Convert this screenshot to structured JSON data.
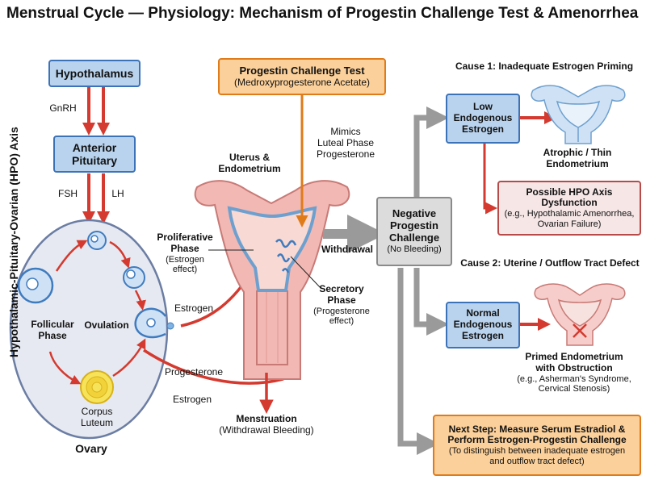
{
  "title": "Menstrual Cycle — Physiology: Mechanism of Progestin Challenge Test & Amenorrhea",
  "axis_label": "Hypothalamic-Pituitary-Ovarian (HPO) Axis",
  "hypothalamus": "Hypothalamus",
  "gnrh": "GnRH",
  "pituitary": {
    "line1": "Anterior",
    "line2": "Pituitary"
  },
  "fsh": "FSH",
  "lh": "LH",
  "ovary": {
    "label": "Ovary",
    "follicular_1": "Follicular",
    "follicular_2": "Phase",
    "ovulation": "Ovulation",
    "corpus_1": "Corpus",
    "corpus_2": "Luteum"
  },
  "hormones": {
    "estrogen_top": "Estrogen",
    "progesterone": "Progesterone",
    "estrogen_bottom": "Estrogen"
  },
  "test": {
    "title": "Progestin Challenge Test",
    "drug": "(Medroxyprogesterone Acetate)"
  },
  "mimics": {
    "l1": "Mimics",
    "l2": "Luteal Phase",
    "l3": "Progesterone"
  },
  "uterus_title": {
    "l1": "Uterus &",
    "l2": "Endometrium"
  },
  "proliferative": {
    "l1": "Proliferative",
    "l2": "Phase",
    "l3": "(Estrogen",
    "l4": "effect)"
  },
  "secretory": {
    "l1": "Secretory",
    "l2": "Phase",
    "l3": "(Progesterone",
    "l4": "effect)"
  },
  "menstruation": {
    "l1": "Menstruation",
    "l2": "(Withdrawal Bleeding)"
  },
  "withdrawal": "Withdrawal",
  "negative": {
    "l1": "Negative",
    "l2": "Progestin",
    "l3": "Challenge",
    "l4": "(No Bleeding)"
  },
  "cause1": {
    "title": "Cause 1: Inadequate Estrogen Priming",
    "box": {
      "l1": "Low",
      "l2": "Endogenous",
      "l3": "Estrogen"
    },
    "result": {
      "l1": "Atrophic / Thin",
      "l2": "Endometrium"
    },
    "hpo": {
      "l1": "Possible HPO Axis",
      "l2": "Dysfunction",
      "l3": "(e.g., Hypothalamic Amenorrhea,",
      "l4": "Ovarian Failure)"
    }
  },
  "cause2": {
    "title": "Cause 2: Uterine / Outflow Tract Defect",
    "box": {
      "l1": "Normal",
      "l2": "Endogenous",
      "l3": "Estrogen"
    },
    "result": {
      "l1": "Primed Endometrium",
      "l2": "with Obstruction",
      "l3": "(e.g., Asherman's Syndrome,",
      "l4": "Cervical Stenosis)"
    }
  },
  "next": {
    "l1": "Next Step: Measure Serum Estradiol &",
    "l2": "Perform Estrogen-Progestin Challenge",
    "l3": "(To distinguish between inadequate estrogen",
    "l4": "and outflow tract defect)"
  },
  "colors": {
    "blue_fill": "#b9d3ee",
    "blue_border": "#3b72b8",
    "orange_fill": "#fbd09a",
    "orange_border": "#e07b1a",
    "gray_fill": "#dcdcdc",
    "gray_border": "#8a8a8a",
    "arrow_red": "#d43a2f",
    "arrow_gray": "#9a9a9a",
    "uterus_pink": "#f2b8b4",
    "endometrium_blue": "#6ea0cf"
  }
}
